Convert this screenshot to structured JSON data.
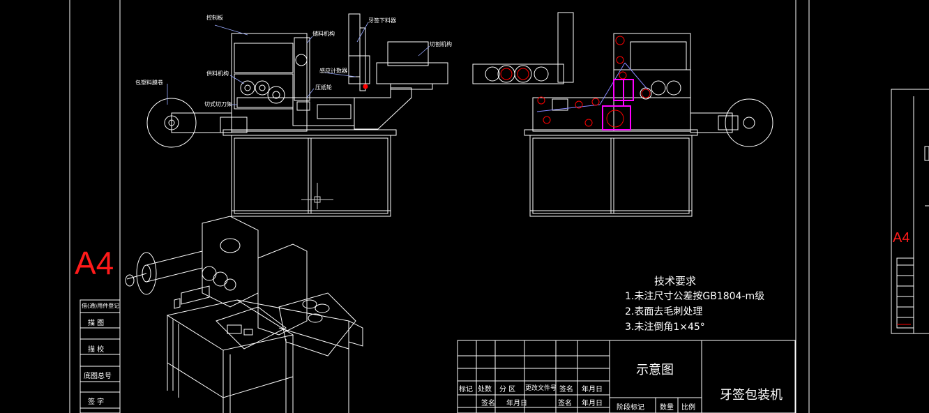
{
  "sheet": {
    "size_label": "A4",
    "size_label_right": "A4"
  },
  "tech_requirements": {
    "heading": "技术要求",
    "items": [
      "1.未注尺寸公差按GB1804-m级",
      "2.表面去毛刺处理",
      "3.未注倒角1×45°"
    ]
  },
  "title_block": {
    "drawing_name": "示意图",
    "machine_name": "牙签包装机",
    "row1": [
      "标记",
      "处数",
      "分 区",
      "更改文件号",
      "签名",
      "年月日"
    ],
    "row2": [
      "签名",
      "年月日",
      "签名",
      "年月日"
    ],
    "stage_label": "阶段标记",
    "qty_label": "数量",
    "scale_label": "比例"
  },
  "side_block": {
    "cells": [
      "借(通)用件登记",
      "描 图",
      "描 校",
      "底图总号",
      "签 字"
    ]
  },
  "callouts": {
    "left_view": [
      "控制板",
      "储料机构",
      "牙签下料器",
      "切割机构",
      "供料机构",
      "感应计数器",
      "包塑料膜卷",
      "压纸轮",
      "切式切刀架"
    ]
  },
  "colors": {
    "background": "#000000",
    "lines": "#ffffff",
    "highlight_red": "#ff0000",
    "highlight_magenta": "#ff00ff",
    "callout_yellow": "#ffff66",
    "label_red": "#ff1a1a"
  }
}
